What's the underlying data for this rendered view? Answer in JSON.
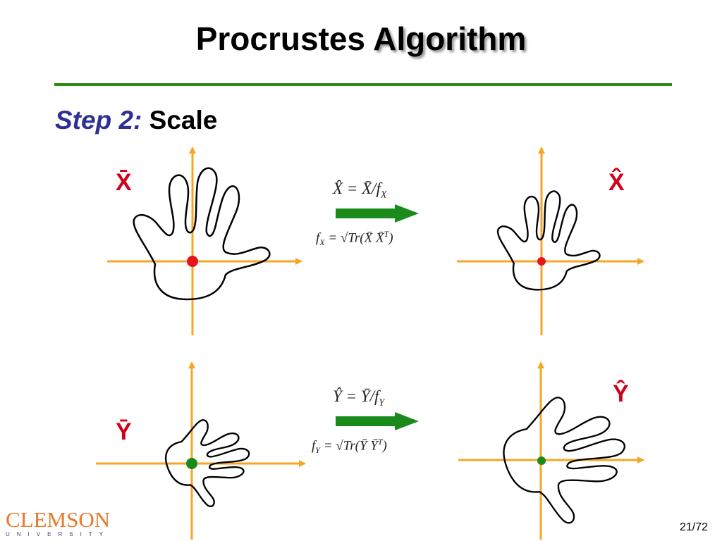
{
  "title": {
    "part1": "Procrustes",
    "part2": "Algorithm"
  },
  "step": {
    "label": "Step 2:",
    "text": "Scale"
  },
  "labels": {
    "x_bar": "X̄",
    "x_hat": "X̂",
    "y_bar": "Ȳ",
    "y_hat": "Ŷ"
  },
  "equations": {
    "x_main": "X̂ = X̄/f",
    "x_main_sub": "X",
    "x_sub": "f",
    "x_sub_sub": "X",
    "x_sub_rest": " = √Tr(X̄ X̄",
    "x_sub_sup": "T",
    "x_sub_end": ")",
    "y_main": "Ŷ = Ȳ/f",
    "y_main_sub": "Y",
    "y_sub": "f",
    "y_sub_sub": "Y",
    "y_sub_rest": " = √Tr(Ȳ Ȳ",
    "y_sub_sup": "T",
    "y_sub_end": ")"
  },
  "colors": {
    "axis": "#f5a623",
    "arrow": "#1a8a1a",
    "label": "#d0021b",
    "dot_x": "#e8141c",
    "dot_y": "#1a8a1a",
    "rule": "#2e8b1a"
  },
  "logo": {
    "name": "CLEMSON",
    "sub": "UNIVERSITY"
  },
  "slide_number": "21/72"
}
